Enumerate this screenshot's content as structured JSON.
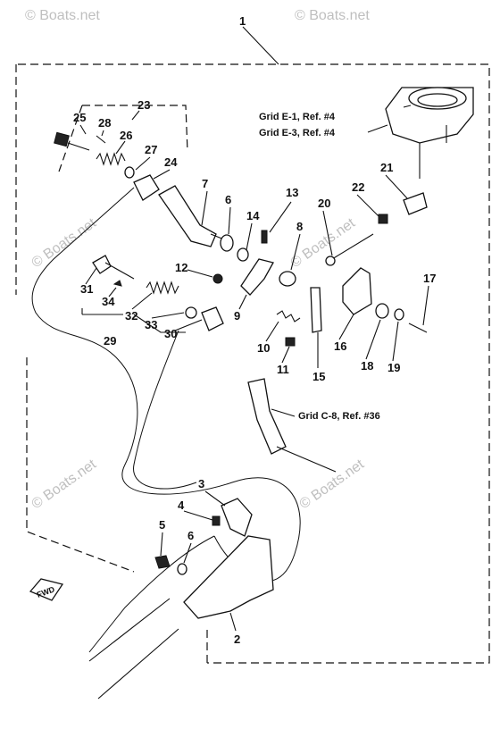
{
  "watermark": "© Boats.net",
  "refs": {
    "grid_e1": "Grid E-1, Ref. #4",
    "grid_e3": "Grid E-3, Ref. #4",
    "grid_c8": "Grid C-8, Ref. #36"
  },
  "fwd_label": "FWD",
  "callouts": [
    "1",
    "2",
    "3",
    "4",
    "5",
    "6",
    "6",
    "7",
    "8",
    "9",
    "10",
    "11",
    "12",
    "13",
    "14",
    "15",
    "16",
    "17",
    "18",
    "19",
    "20",
    "21",
    "22",
    "23",
    "24",
    "25",
    "26",
    "27",
    "28",
    "29",
    "30",
    "31",
    "32",
    "33",
    "34"
  ]
}
